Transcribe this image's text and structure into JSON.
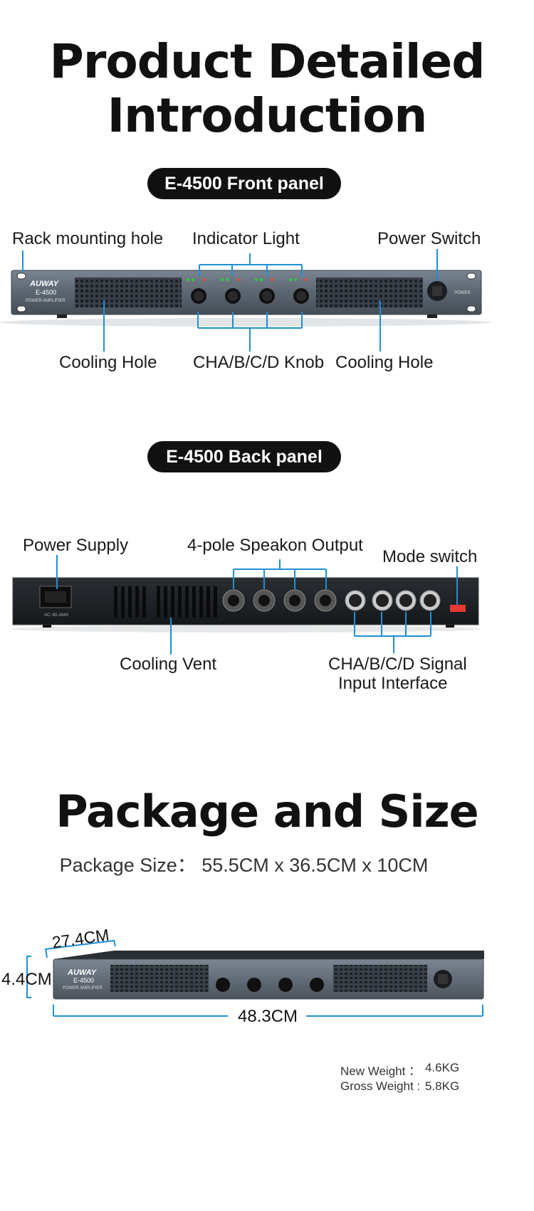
{
  "title": {
    "line1": "Product Detailed",
    "line2": "Introduction"
  },
  "front_panel": {
    "badge": "E-4500  Front panel",
    "brand": "AUWAY",
    "model": "E-4500",
    "subtitle": "POWER AMPLIFIER",
    "power_label": "POWER",
    "labels": {
      "rack_hole": "Rack mounting hole",
      "indicator": "Indicator Light",
      "power_switch": "Power Switch",
      "cooling_left": "Cooling Hole",
      "knob": "CHA/B/C/D Knob",
      "cooling_right": "Cooling Hole"
    }
  },
  "back_panel": {
    "badge": "E-4500  Back panel",
    "labels": {
      "power_supply": "Power Supply",
      "speakon": "4-pole Speakon Output",
      "mode_switch": "Mode switch",
      "cooling_vent": "Cooling Vent",
      "signal_line1": "CHA/B/C/D Signal",
      "signal_line2": "Input Interface"
    }
  },
  "package": {
    "title": "Package and Size",
    "size_text": "Package Size： 55.5CM x 36.5CM x 10CM",
    "depth": "27.4CM",
    "height": "4.4CM",
    "width": "48.3CM",
    "new_weight_label": "New Weight ：",
    "new_weight_value": "4.6KG",
    "gross_weight_label": "Gross Weight :",
    "gross_weight_value": "5.8KG"
  },
  "colors": {
    "accent": "#1e8fd6",
    "panel": "#5a6470",
    "badge_bg": "#111111"
  }
}
